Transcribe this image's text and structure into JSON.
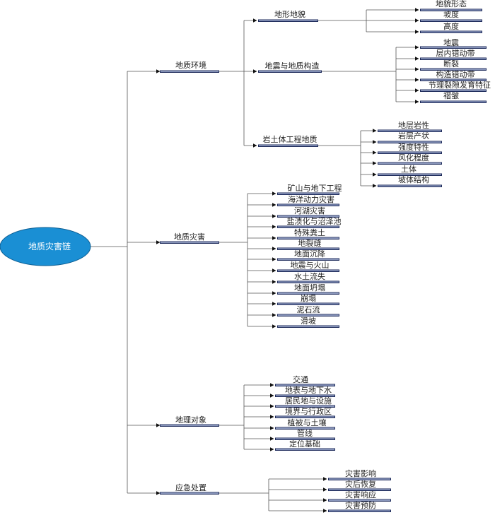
{
  "root": {
    "label": "地质灾害链",
    "color": "#1a8fd4"
  },
  "colors": {
    "line": "#555555",
    "bar_dark": "#1d2a5a",
    "bar_light": "#b9c6e6"
  },
  "branches": [
    {
      "label": "地质环境",
      "children": [
        {
          "label": "地形地貌",
          "children": [
            "地貌形态",
            "坡度",
            "高度"
          ]
        },
        {
          "label": "地震与地质构造",
          "children": [
            "地震",
            "层内错动带",
            "断裂",
            "构造错动带",
            "节理裂隙发育特征",
            "褶皱"
          ]
        },
        {
          "label": "岩土体工程地质",
          "children": [
            "地层岩性",
            "岩层产状",
            "强度特性",
            "风化程度",
            "土体",
            "坡体结构"
          ]
        }
      ]
    },
    {
      "label": "地质灾害",
      "children": [
        "矿山与地下工程",
        "海洋动力灾害",
        "河湖灾害",
        "盐渍化与沼泽池",
        "特殊粪土",
        "地裂缝",
        "地面沉降",
        "地震与火山",
        "水土流失",
        "地面坍塌",
        "崩塌",
        "泥石流",
        "滑坡"
      ]
    },
    {
      "label": "地理对象",
      "children": [
        "交通",
        "地表与地下水",
        "居民地与设施",
        "境界与行政区",
        "植被与土壤",
        "管线",
        "定位基础"
      ]
    },
    {
      "label": "应急处置",
      "children": [
        "灾害影响",
        "灾后恢复",
        "灾害响应",
        "灾害预防"
      ]
    }
  ]
}
